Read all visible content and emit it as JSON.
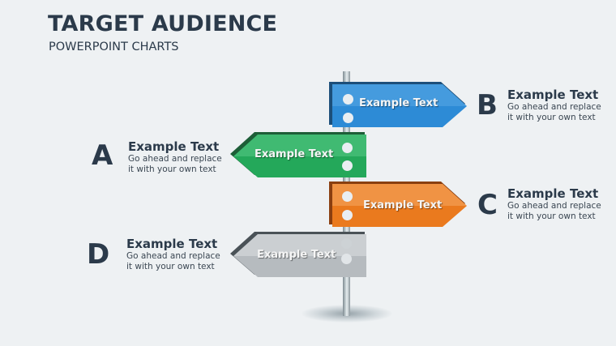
{
  "header": {
    "title": "TARGET AUDIENCE",
    "subtitle": "POWERPOINT CHARTS"
  },
  "signs": [
    {
      "id": "B",
      "label": "Example Text",
      "direction": "right",
      "color": "#2f8fd8"
    },
    {
      "id": "A",
      "label": "Example Text",
      "direction": "left",
      "color": "#24a85a"
    },
    {
      "id": "C",
      "label": "Example Text",
      "direction": "right",
      "color": "#ea7a1e"
    },
    {
      "id": "D",
      "label": "Example Text",
      "direction": "left",
      "color": "#b9bec2"
    }
  ],
  "items": {
    "B": {
      "letter": "B",
      "heading": "Example Text",
      "line1": "Go ahead and replace",
      "line2": "it with your own text"
    },
    "A": {
      "letter": "A",
      "heading": "Example Text",
      "line1": "Go ahead and replace",
      "line2": "it with your own text"
    },
    "C": {
      "letter": "C",
      "heading": "Example Text",
      "line1": "Go ahead and replace",
      "line2": "it with your own text"
    },
    "D": {
      "letter": "D",
      "heading": "Example Text",
      "line1": "Go ahead and replace",
      "line2": "it with your own text"
    }
  }
}
